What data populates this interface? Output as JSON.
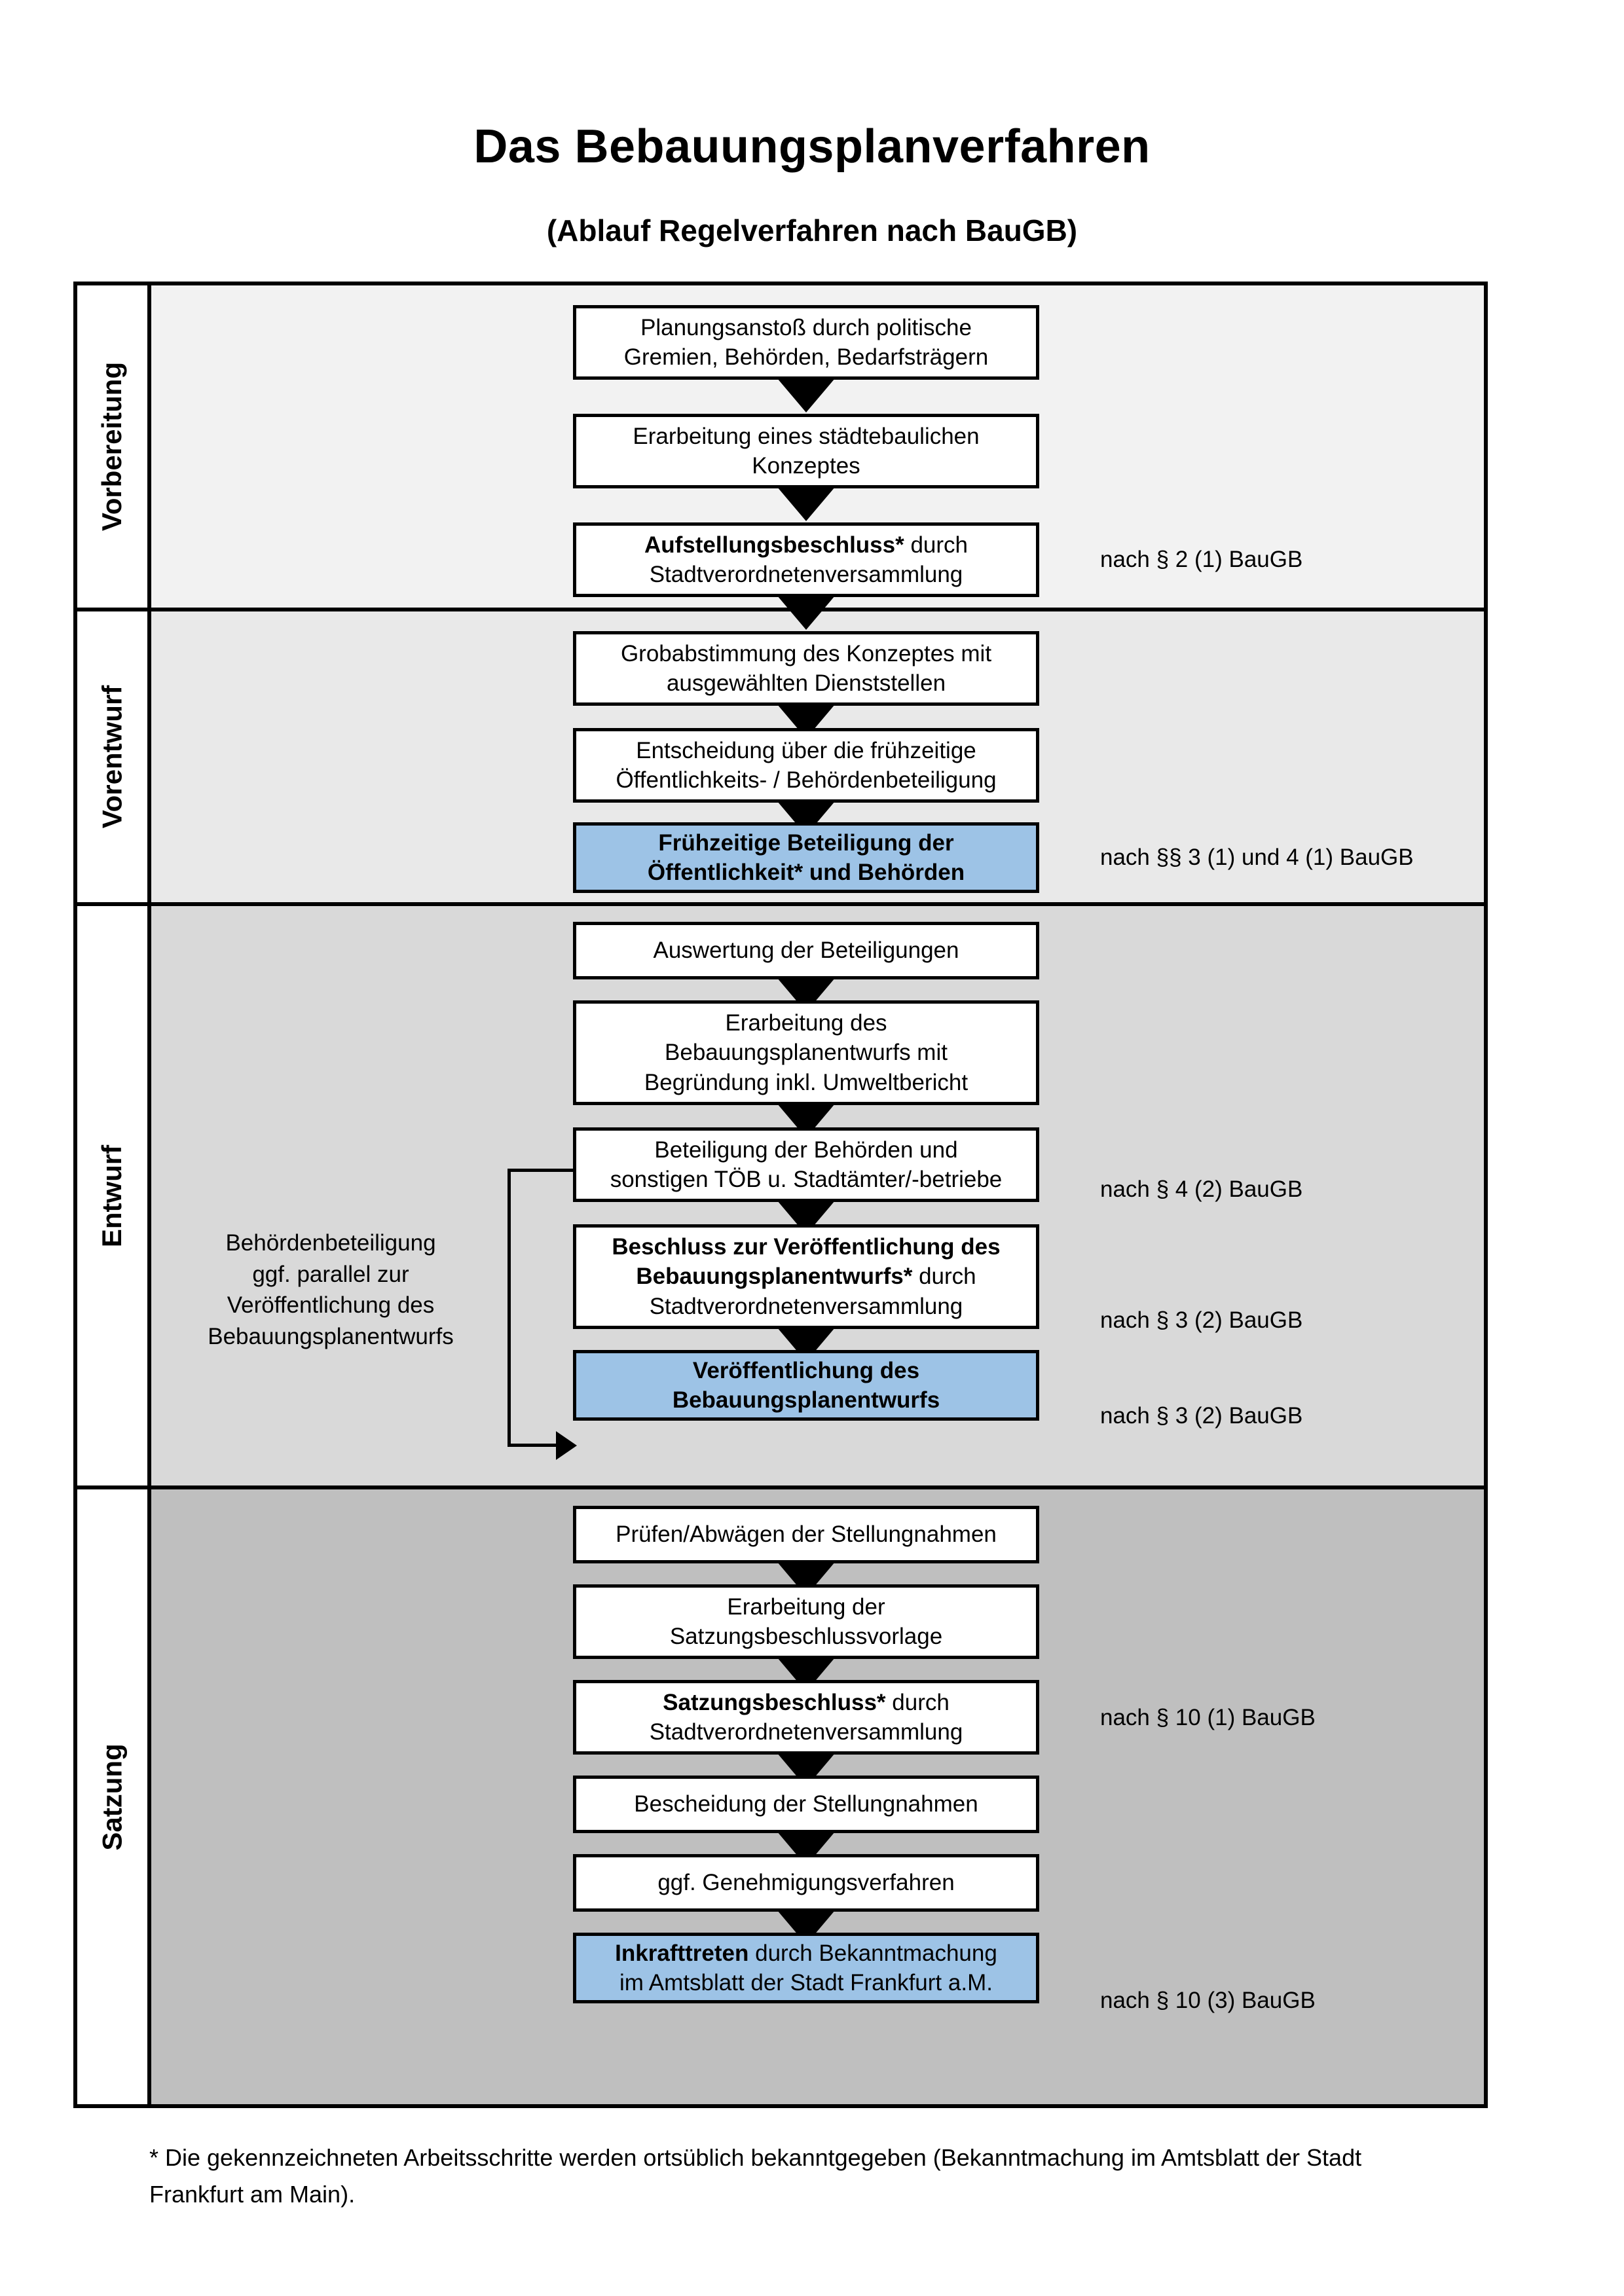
{
  "header": {
    "title": "Das Bebauungsplanverfahren",
    "subtitle": "(Ablauf Regelverfahren nach BauGB)"
  },
  "colors": {
    "highlight_box": "#9dc3e6",
    "band_vorbereitung": "#f2f2f2",
    "band_vorentwurf": "#e9e9e9",
    "band_entwurf": "#d9d9d9",
    "band_satzung": "#bfbfbf",
    "border": "#000000"
  },
  "phases": [
    {
      "label": "Vorbereitung"
    },
    {
      "label": "Vorentwurf"
    },
    {
      "label": "Entwurf"
    },
    {
      "label": "Satzung"
    }
  ],
  "nodes": [
    {
      "id": "planungsanstoss",
      "phase": "Vorbereitung",
      "highlight": false,
      "line1": "Planungsanstoß durch politische",
      "line2": "Gremien, Behörden, Bedarfsträgern",
      "bold_lead": ""
    },
    {
      "id": "staedtebauliches-konzept",
      "phase": "Vorbereitung",
      "highlight": false,
      "line1": "Erarbeitung eines städtebaulichen",
      "line2": "Konzeptes",
      "bold_lead": ""
    },
    {
      "id": "aufstellungsbeschluss",
      "phase": "Vorbereitung",
      "highlight": false,
      "bold_lead": "Aufstellungsbeschluss*",
      "line1_rest": " durch",
      "line2": "Stadtverordnetenversammlung"
    },
    {
      "id": "grobabstimmung",
      "phase": "Vorentwurf",
      "highlight": false,
      "line1": "Grobabstimmung des Konzeptes mit",
      "line2": "ausgewählten Dienststellen",
      "bold_lead": ""
    },
    {
      "id": "entscheidung-fruehzeitige-beteiligung",
      "phase": "Vorentwurf",
      "highlight": false,
      "line1": "Entscheidung über die frühzeitige",
      "line2": "Öffentlichkeits- / Behördenbeteiligung",
      "bold_lead": ""
    },
    {
      "id": "fruehzeitige-beteiligung",
      "phase": "Vorentwurf",
      "highlight": true,
      "line1": "Frühzeitige Beteiligung der",
      "line2": "Öffentlichkeit* und Behörden",
      "all_bold": true
    },
    {
      "id": "auswertung-beteiligungen",
      "phase": "Entwurf",
      "highlight": false,
      "line1": "Auswertung der Beteiligungen",
      "line2": "",
      "bold_lead": ""
    },
    {
      "id": "erarbeitung-bplan-entwurf",
      "phase": "Entwurf",
      "highlight": false,
      "line1": "Erarbeitung des",
      "line2": "Bebauungsplanentwurfs mit",
      "line3": "Begründung inkl. Umweltbericht",
      "bold_lead": ""
    },
    {
      "id": "beteiligung-behoerden-toeb",
      "phase": "Entwurf",
      "highlight": false,
      "line1": "Beteiligung der Behörden und",
      "line2": "sonstigen TÖB u. Stadtämter/-betriebe",
      "bold_lead": ""
    },
    {
      "id": "beschluss-veroeffentlichung",
      "phase": "Entwurf",
      "highlight": false,
      "bold_line1": "Beschluss zur Veröffentlichung des",
      "bold_lead": "Bebauungsplanentwurfs*",
      "line2_rest": " durch",
      "line3": "Stadtverordnetenversammlung"
    },
    {
      "id": "veroeffentlichung-bplan-entwurf",
      "phase": "Entwurf",
      "highlight": true,
      "line1": "Veröffentlichung des",
      "line2": "Bebauungsplanentwurfs",
      "all_bold": true
    },
    {
      "id": "pruefen-abwaegen",
      "phase": "Satzung",
      "highlight": false,
      "line1": "Prüfen/Abwägen der Stellungnahmen",
      "line2": "",
      "bold_lead": ""
    },
    {
      "id": "erarbeitung-satzungsbeschlussvorlage",
      "phase": "Satzung",
      "highlight": false,
      "line1": "Erarbeitung der",
      "line2": "Satzungsbeschlussvorlage",
      "bold_lead": ""
    },
    {
      "id": "satzungsbeschluss",
      "phase": "Satzung",
      "highlight": false,
      "bold_lead": "Satzungsbeschluss*",
      "line1_rest": " durch",
      "line2": "Stadtverordnetenversammlung"
    },
    {
      "id": "bescheidung-stellungnahmen",
      "phase": "Satzung",
      "highlight": false,
      "line1": "Bescheidung der Stellungnahmen",
      "line2": "",
      "bold_lead": ""
    },
    {
      "id": "genehmigungsverfahren",
      "phase": "Satzung",
      "highlight": false,
      "line1": "ggf. Genehmigungsverfahren",
      "line2": "",
      "bold_lead": ""
    },
    {
      "id": "inkrafttreten",
      "phase": "Satzung",
      "highlight": true,
      "bold_lead": "Inkrafttreten",
      "line1_rest": " durch Bekanntmachung",
      "line2": "im Amtsblatt der Stadt Frankfurt a.M."
    }
  ],
  "references": [
    {
      "id": "ref-aufstellungsbeschluss",
      "text": "nach § 2 (1) BauGB"
    },
    {
      "id": "ref-fruehzeitige-beteiligung",
      "text": "nach §§ 3 (1) und 4 (1) BauGB"
    },
    {
      "id": "ref-beteiligung-behoerden",
      "text": "nach § 4 (2) BauGB"
    },
    {
      "id": "ref-beschluss-veroeffentlichung",
      "text": "nach § 3 (2) BauGB"
    },
    {
      "id": "ref-veroeffentlichung",
      "text": "nach § 3 (2) BauGB"
    },
    {
      "id": "ref-satzungsbeschluss",
      "text": "nach § 10 (1) BauGB"
    },
    {
      "id": "ref-inkrafttreten",
      "text": "nach § 10 (3) BauGB"
    }
  ],
  "side_note": {
    "line1": "Behördenbeteiligung",
    "line2": "ggf. parallel zur",
    "line3": "Veröffentlichung des",
    "line4": "Bebauungsplanentwurfs"
  },
  "footnote": {
    "line1": "* Die gekennzeichneten Arbeitsschritte werden ortsüblich bekanntgegeben (Bekanntmachung im Amtsblatt  der Stadt",
    "line2": "Frankfurt am Main)."
  }
}
